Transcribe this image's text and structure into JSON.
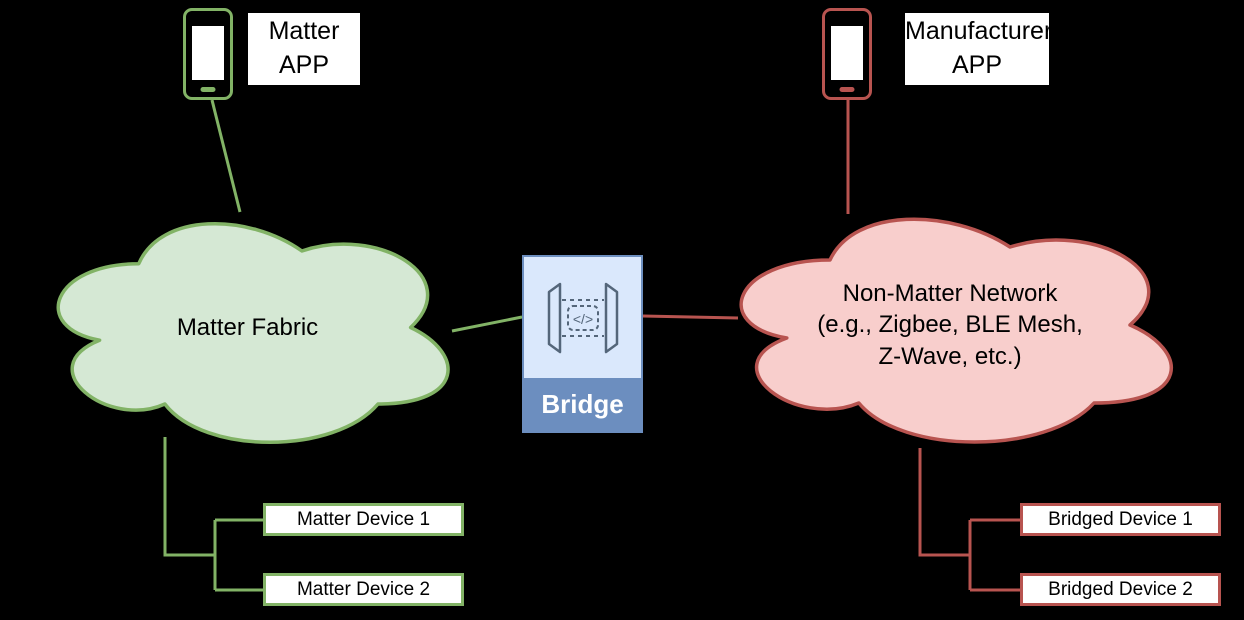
{
  "diagram": {
    "background_color": "#000000",
    "colors": {
      "matter_stroke": "#82b366",
      "matter_fill": "#d5e8d4",
      "non_matter_stroke": "#b85450",
      "non_matter_fill": "#f8cecc",
      "bridge_border": "#6c8ebf",
      "bridge_fill": "#dae8fc",
      "bridge_bar": "#6c8ebf",
      "label_background": "#ffffff"
    },
    "matter_app": {
      "label_line1": "Matter",
      "label_line2": "APP",
      "icon": "smartphone-icon"
    },
    "manufacturer_app": {
      "label_line1": "Manufacturer",
      "label_line2": "APP",
      "icon": "smartphone-icon"
    },
    "matter_fabric": {
      "label": "Matter Fabric"
    },
    "non_matter_network": {
      "label": "Non-Matter Network\n(e.g., Zigbee, BLE Mesh,\nZ-Wave, etc.)"
    },
    "bridge": {
      "label": "Bridge",
      "icon": "code-bridge-icon",
      "icon_glyph": "</>"
    },
    "matter_devices": [
      "Matter Device 1",
      "Matter Device 2"
    ],
    "bridged_devices": [
      "Bridged Device 1",
      "Bridged Device 2"
    ]
  }
}
